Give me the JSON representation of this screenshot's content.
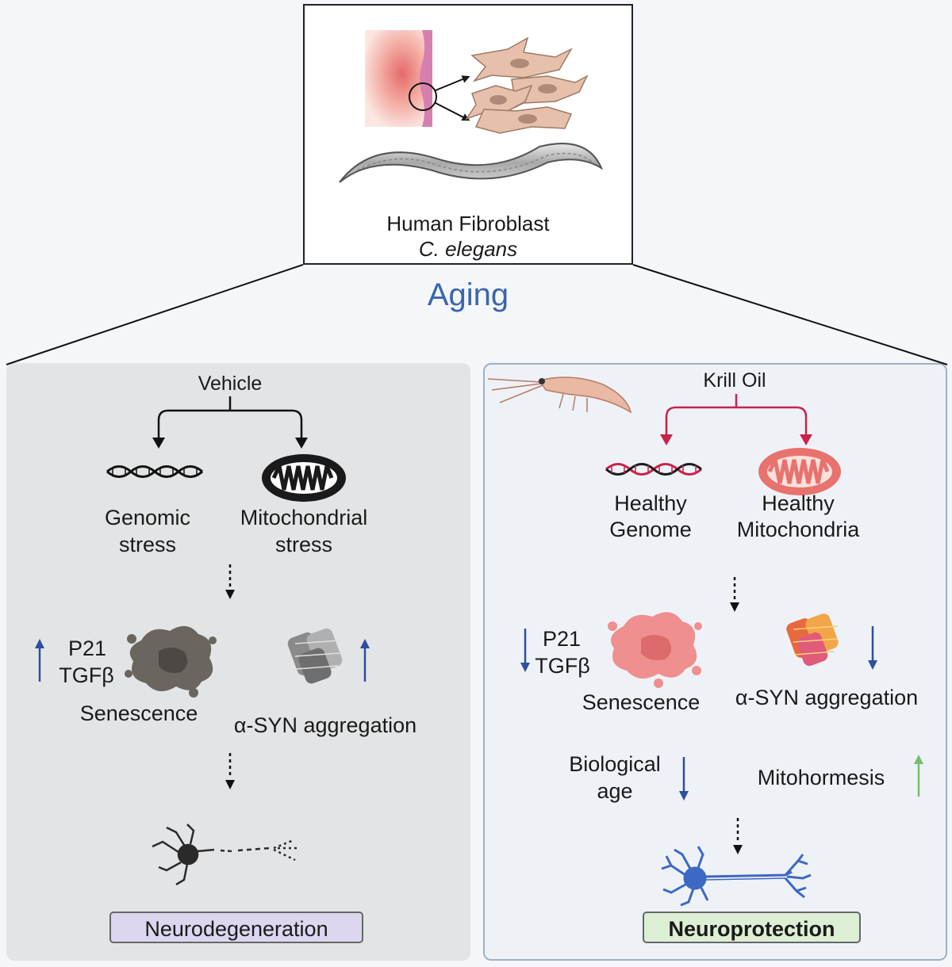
{
  "top": {
    "line1": "Human Fibroblast",
    "line2": "C. elegans"
  },
  "aging_label": "Aging",
  "vehicle": {
    "trigger": "Vehicle",
    "genomic_1": "Genomic",
    "genomic_2": "stress",
    "mito_1": "Mitochondrial",
    "mito_2": "stress",
    "p21": "P21",
    "tgfb": "TGFβ",
    "senescence": "Senescence",
    "asyn": "α-SYN aggregation",
    "outcome": "Neurodegeneration"
  },
  "krill": {
    "trigger": "Krill Oil",
    "genome_1": "Healthy",
    "genome_2": "Genome",
    "mito_1": "Healthy",
    "mito_2": "Mitochondria",
    "p21": "P21",
    "tgfb": "TGFβ",
    "senescence": "Senescence",
    "asyn": "α-SYN aggregation",
    "bio_age_1": "Biological",
    "bio_age_2": "age",
    "mitohormesis": "Mitohormesis",
    "outcome": "Neuroprotection"
  },
  "colors": {
    "aging_blue": "#3a66ad",
    "arrow_blue": "#2f4f9c",
    "arrow_green": "#7dbb70",
    "krill_red": "#c8234a",
    "neuro_blue": "#3d68c4",
    "degeneration_box": "#dcd6ee",
    "protection_box": "#dcefd4"
  },
  "icons": [
    "skin-tissue-icon",
    "fibroblast-cells-icon",
    "worm-icon",
    "dna-icon",
    "mitochondrion-icon",
    "senescent-cell-icon",
    "protein-aggregate-icon",
    "neuron-icon",
    "krill-icon"
  ]
}
